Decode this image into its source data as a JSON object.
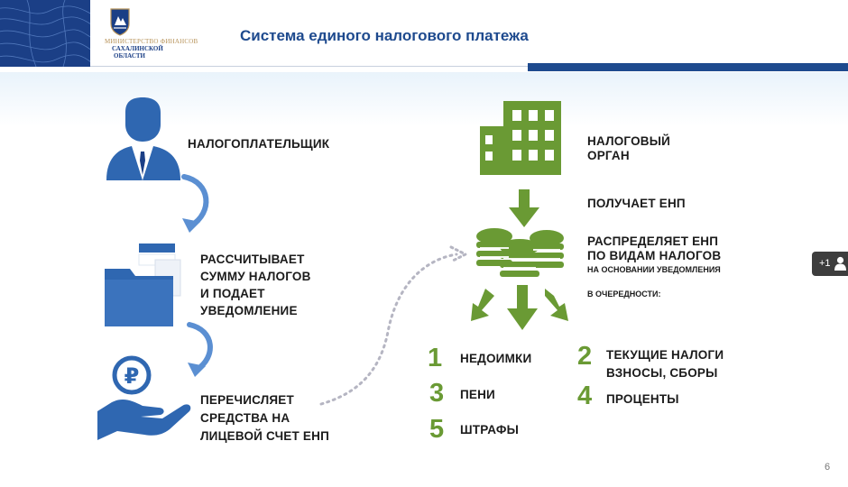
{
  "header": {
    "title": "Система единого налогового платежа",
    "logo": {
      "line1": "МИНИСТЕРСТВО ФИНАНСОВ",
      "line2": "САХАЛИНСКОЙ",
      "line3": "ОБЛАСТИ"
    }
  },
  "left": {
    "taxpayer_label": "НАЛОГОПЛАТЕЛЬЩИК",
    "calculates_lines": [
      "РАССЧИТЫВАЕТ",
      "СУММУ НАЛОГОВ",
      "И ПОДАЕТ",
      "УВЕДОМЛЕНИЕ"
    ],
    "transfers_lines": [
      "ПЕРЕЧИСЛЯЕТ",
      "СРЕДСТВА НА",
      "ЛИЦЕВОЙ СЧЕТ ЕНП"
    ]
  },
  "right": {
    "tax_authority_lines": [
      "НАЛОГОВЫЙ",
      "ОРГАН"
    ],
    "receives": "ПОЛУЧАЕТ ЕНП",
    "distributes_lines": [
      "РАСПРЕДЕЛЯЕТ ЕНП",
      "ПО ВИДАМ НАЛОГОВ"
    ],
    "basis_note": "НА ОСНОВАНИИ УВЕДОМЛЕНИЯ",
    "order_note": "В ОЧЕРЕДНОСТИ:",
    "priorities": [
      {
        "num": "1",
        "label": "НЕДОИМКИ"
      },
      {
        "num": "2",
        "label": "ТЕКУЩИЕ НАЛОГИ",
        "label2": "ВЗНОСЫ, СБОРЫ"
      },
      {
        "num": "3",
        "label": "ПЕНИ"
      },
      {
        "num": "4",
        "label": "ПРОЦЕНТЫ"
      },
      {
        "num": "5",
        "label": "ШТРАФЫ"
      }
    ]
  },
  "icons": {
    "person": "person-icon",
    "folder": "folder-icon",
    "ruble_hand": "ruble-hand-icon",
    "building": "building-icon",
    "coins": "coins-icon",
    "ruble_symbol": "₽"
  },
  "colors": {
    "navy": "#1e4a8e",
    "blue_icon": "#2f67b1",
    "green": "#6a9a34",
    "dark_green": "#4f7f2a"
  },
  "overlay": {
    "participants": "+1"
  },
  "footer": {
    "page_number": "6"
  }
}
